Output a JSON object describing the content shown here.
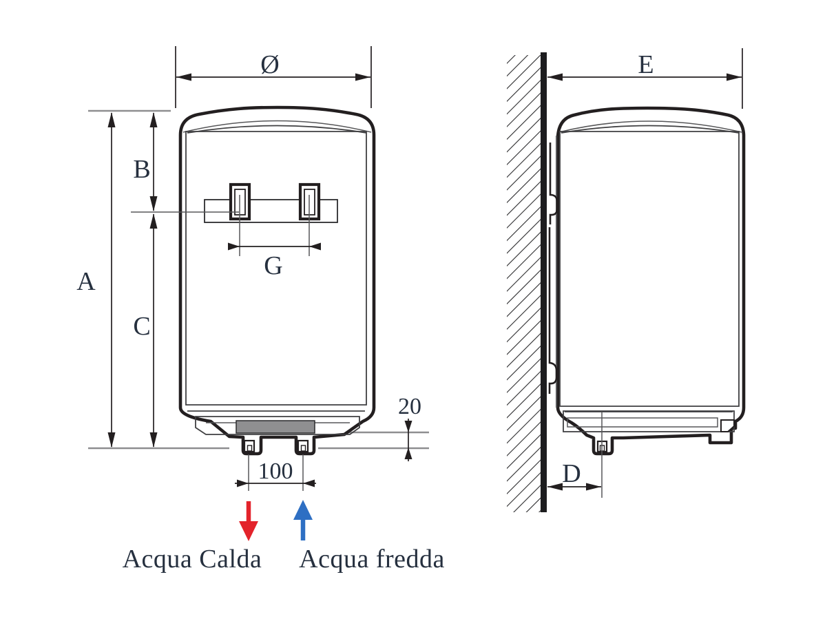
{
  "diagram": {
    "type": "water-heater-dimension-drawing",
    "front_view": {
      "dim_diameter": "Ø",
      "dim_total_height": "A",
      "dim_top_to_bracket": "B",
      "dim_bracket_to_base": "C",
      "dim_bracket_spacing": "G",
      "dim_pipe_protrusion": "20",
      "dim_pipe_spacing": "100",
      "hot_water_label": "Acqua Calda",
      "cold_water_label": "Acqua fredda"
    },
    "side_view": {
      "dim_depth": "E",
      "dim_wall_to_pipe": "D"
    },
    "colors": {
      "line": "#231f20",
      "label": "#26303f",
      "hot": "#e3232b",
      "cold": "#2e6fc3",
      "reference": "#8e8e90"
    }
  }
}
